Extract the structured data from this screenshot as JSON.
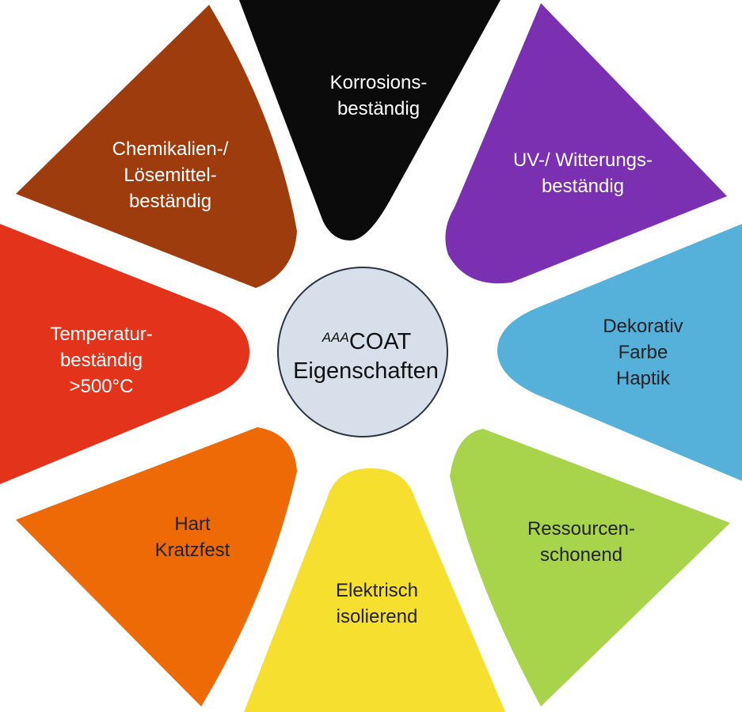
{
  "hub": {
    "prefix": "AAA",
    "brand": "COAT",
    "caption": "Eigenschaften",
    "fill": "#D7DFEA",
    "stroke": "#2B3346"
  },
  "segments": [
    {
      "id": "korrosion",
      "lines": [
        "Korrosions-",
        "beständig"
      ],
      "color": "#0B0B0B",
      "text": "light"
    },
    {
      "id": "uv",
      "lines": [
        "UV-/ Witterungs-",
        "beständig"
      ],
      "color": "#7A30B0",
      "text": "light"
    },
    {
      "id": "dekorativ",
      "lines": [
        "Dekorativ",
        "Farbe",
        "Haptik"
      ],
      "color": "#55B1DA",
      "text": "dark"
    },
    {
      "id": "ressourcen",
      "lines": [
        "Ressourcen-",
        "schonend"
      ],
      "color": "#A8D44C",
      "text": "dark"
    },
    {
      "id": "elektrisch",
      "lines": [
        "Elektrisch",
        "isolierend"
      ],
      "color": "#F6DF2E",
      "text": "dark"
    },
    {
      "id": "hart",
      "lines": [
        "Hart",
        "Kratzfest"
      ],
      "color": "#EE6A06",
      "text": "dark"
    },
    {
      "id": "temperatur",
      "lines": [
        "Temperatur-",
        "beständig",
        ">500°C"
      ],
      "color": "#E3331B",
      "text": "light"
    },
    {
      "id": "chemikalien",
      "lines": [
        "Chemikalien-/",
        "Lösemittel-",
        "beständig"
      ],
      "color": "#9F3C0E",
      "text": "light"
    }
  ]
}
